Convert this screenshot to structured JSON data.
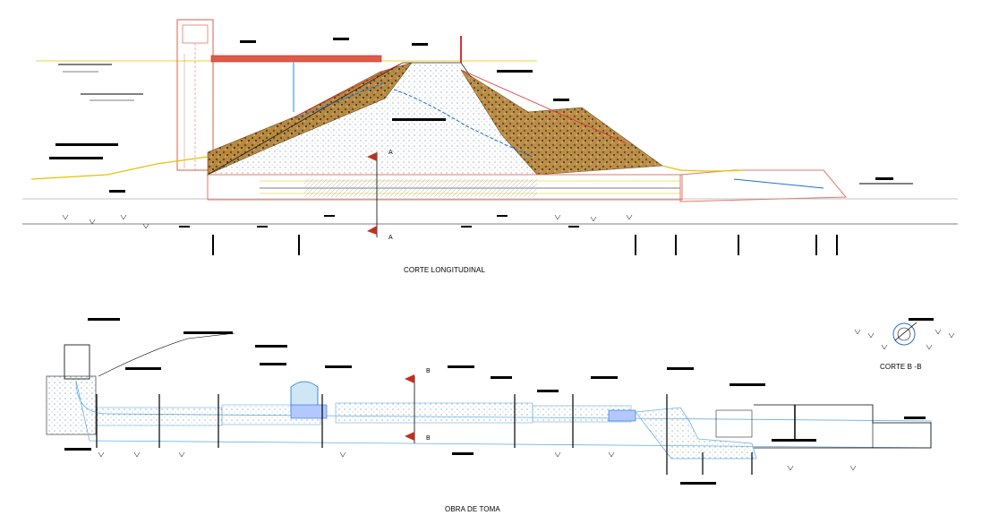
{
  "titles": {
    "longitudinal": "CORTE LONGITUDINAL",
    "intake": "OBRA DE TOMA",
    "section_bb": "CORTE B -B"
  },
  "section_markers": {
    "a": "A",
    "b": "B"
  },
  "colors": {
    "embankment": "#8a6a3a",
    "core_fill": "#c8d6e0",
    "water": "#1f6fd6",
    "foundation": "#e05a4a",
    "guide": "#e6c200",
    "pipe": "#6ab0e8",
    "ink": "#000000"
  }
}
